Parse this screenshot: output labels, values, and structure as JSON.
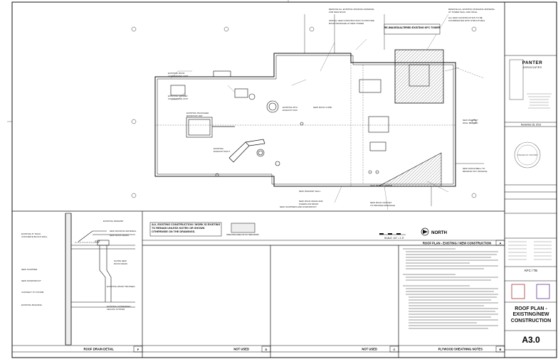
{
  "sheet": {
    "drawing_title_main": "ROOF PLAN - EXISTING / NEW CONSTRUCTION",
    "drawing_title_main_id": "A",
    "drawing_title_bl": "ROOF DRAIN DETAIL",
    "drawing_title_bl_id": "F",
    "not_used_1": "NOT USED",
    "not_used_1_id": "D",
    "not_used_2": "NOT USED",
    "not_used_2_id": "C",
    "plywood_title": "PLYWOOD SHEATHING NOTES",
    "plywood_title_id": "B",
    "north_label": "NORTH",
    "existing_note": "ALL EXISTING CONSTRUCTION / WORK IS EXISTING TO REMAIN UNLESS NOTED OR SHOWN OTHERWISE ON THE DRAWINGS.",
    "scale_label": "SCALE: 1/4\" = 1'-0\"",
    "tower_label": "RE-IMAGED/ALTERED EXISTING KFC TOWER",
    "dim_label": "2'-0\""
  },
  "title_block": {
    "firm": "PANTER ASSOCIATES",
    "date_stamp": "November 26, 2013",
    "stamp_text": "STEVEN M. PANTER",
    "project_name": "KFC / TB",
    "sheet_title": "ROOF PLAN - EXISTING/NEW CONSTRUCTION",
    "sheet_number": "A3.0"
  },
  "colors": {
    "line": "#111111",
    "hatch": "#555555",
    "stamp": "#777777"
  }
}
